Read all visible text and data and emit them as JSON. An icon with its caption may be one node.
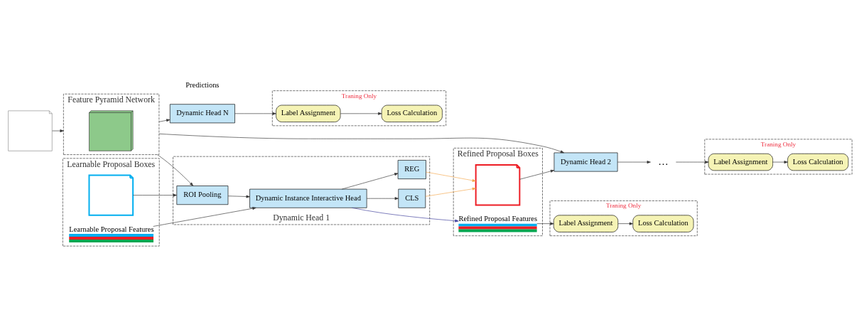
{
  "diagram": {
    "nodes": [
      {
        "text": [],
        "shape": "document"
      },
      {
        "text": [
          "Feature Pyramid Network"
        ]
      },
      {
        "text": [],
        "shape": "box",
        "in": 1
      },
      {
        "text": [
          "Learnable Proposal Boxes"
        ]
      },
      {
        "text": [],
        "shape": "document",
        "in": 3
      },
      {
        "text": [
          "Learnable Proposal Features"
        ],
        "in": 3
      },
      {
        "text": [
          "Dynamic Head 1"
        ]
      },
      {
        "text": [
          "ROI Pooling"
        ],
        "in": 6
      },
      {
        "text": [
          "Dynamic Instance Interactive Head"
        ],
        "in": 6
      },
      {
        "text": [
          "CLS"
        ],
        "in": 6
      },
      {
        "text": [
          "REG"
        ],
        "in": 6
      },
      {
        "text": [
          "Refined Proposal Boxes"
        ]
      },
      {
        "text": [],
        "shape": "document",
        "in": 11
      },
      {
        "text": [
          "Refined Proposal Features"
        ],
        "in": 11
      },
      {
        "text": [
          "Dynamic Head 2"
        ]
      },
      {
        "text": [
          "Traning Only"
        ]
      },
      {
        "text": [
          "Loss Calculation"
        ],
        "in": 15
      },
      {
        "text": [
          "Label Assignment"
        ],
        "in": 15
      },
      {
        "text": [
          "…"
        ]
      },
      {
        "text": [
          "Dynamic Head N"
        ]
      },
      {
        "text": [
          "Traning Only"
        ]
      },
      {
        "text": [
          "Loss Calculation"
        ],
        "in": 20
      },
      {
        "text": [
          "Label Assignment"
        ],
        "in": 20
      },
      {
        "text": [
          "Traning Only"
        ]
      },
      {
        "text": [
          "Label Assignment"
        ],
        "in": 23
      },
      {
        "text": [
          "Loss Calculation"
        ],
        "in": 23
      }
    ],
    "edges": [
      {
        "from": 0,
        "to": 1,
        "arrow": "to"
      },
      {
        "from": 1,
        "to": 7,
        "arrow": "to"
      },
      {
        "from": 4,
        "to": 7,
        "arrow": "to"
      },
      {
        "from": 5,
        "to": 8,
        "arrow": "to"
      },
      {
        "from": 7,
        "to": 8,
        "arrow": "to"
      },
      {
        "from": 8,
        "to": 9,
        "arrow": "to"
      },
      {
        "from": 8,
        "to": 10,
        "arrow": "to"
      },
      {
        "from": 9,
        "to": 12,
        "arrow": "to",
        "color": "#f5a64a"
      },
      {
        "from": 10,
        "to": 12,
        "arrow": "to",
        "color": "#f5a64a"
      },
      {
        "from": 8,
        "to": 13,
        "arrow": "to",
        "color": "#3a3a9a"
      },
      {
        "from": 12,
        "to": 14,
        "arrow": "to"
      },
      {
        "from": 13,
        "to": 24,
        "arrow": "to"
      },
      {
        "from": 24,
        "to": 25,
        "arrow": "to"
      },
      {
        "from": 1,
        "to": 14,
        "arrow": "to"
      },
      {
        "from": 1,
        "to": 19,
        "arrow": "to"
      },
      {
        "from": 14,
        "to": 18,
        "arrow": "to"
      },
      {
        "from": 18,
        "to": 17,
        "arrow": "to"
      },
      {
        "from": 17,
        "to": 16,
        "arrow": "to"
      },
      {
        "from": 19,
        "to": 22,
        "arrow": "to"
      },
      {
        "from": 22,
        "to": 21,
        "arrow": "to"
      }
    ],
    "labels": [
      "Predictions"
    ]
  }
}
